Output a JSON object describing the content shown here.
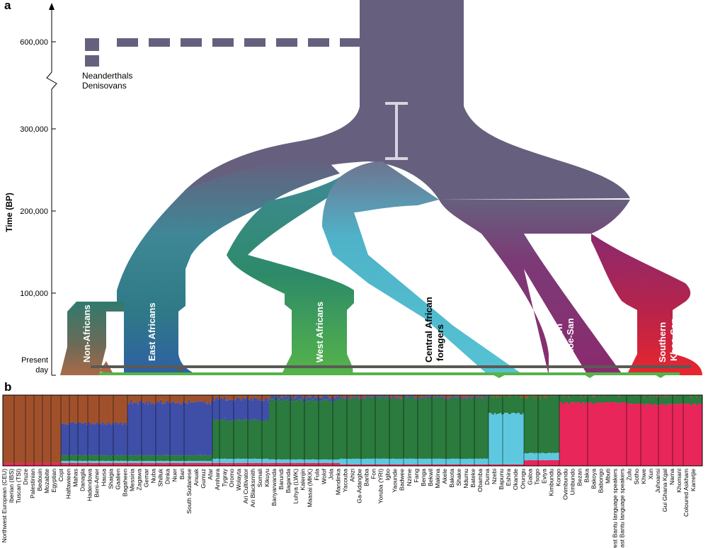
{
  "panels": {
    "a": "a",
    "b": "b"
  },
  "y_axis": {
    "title": "Time (BP)",
    "ticks": [
      {
        "label": "100,000",
        "value": 100000
      },
      {
        "label": "200,000",
        "value": 200000
      },
      {
        "label": "300,000",
        "value": 300000
      },
      {
        "label": "600,000",
        "value": 600000
      }
    ],
    "present_day": [
      "Present",
      "day"
    ]
  },
  "archaic": {
    "line1": "Neanderthals",
    "line2": "Denisovans"
  },
  "branches": {
    "non_africans": "Non-Africans",
    "east_africans": "East Africans",
    "west_africans": "West Africans",
    "central_line1": "Central African",
    "central_line2": "foragers",
    "northern_line1": "Northern",
    "northern_line2": "Khoe-San",
    "southern_line1": "Southern",
    "southern_line2": "Khoe-San"
  },
  "colors": {
    "trunk": "#66607e",
    "non_africans": "#a86a48",
    "east_africans": "#2f55a6",
    "west_africans": "#55b34a",
    "central": "#55c3d3",
    "northern": "#8a2a6e",
    "southern": "#e8262e",
    "cluster_brown": "#a0512c",
    "cluster_blue": "#3f4fa8",
    "cluster_green": "#2b7a3e",
    "cluster_cyan": "#5ec8e0",
    "cluster_pink": "#e8265a"
  },
  "populations": [
    "Northwest European (CEU)",
    "Iberian (IBS)",
    "Tuscan (TSI)",
    "Druze",
    "Palestinian",
    "Bedouin",
    "Mozabite",
    "Egyptian",
    "Copt",
    "Halfawieen",
    "Mahas",
    "Danagla",
    "Hadendowa",
    "Beni-Amer",
    "Hausa",
    "Shaigia",
    "Gaalien",
    "Bagaheen",
    "Messiria",
    "Zagawa",
    "Gemar",
    "Nuba",
    "Shilluk",
    "Dinka",
    "Nuer",
    "Bari",
    "South Sudanese",
    "Anuak",
    "Gumuz",
    "Afar",
    "Amhara",
    "Tygray",
    "Oromo",
    "Wolayta",
    "Ari Cultivator",
    "Ari Blacksmith",
    "Somali",
    "Kikuyu",
    "Banyarwanda",
    "Barundi",
    "Baganda",
    "Luhya (LWK)",
    "Kalenjin",
    "Maasai (MKK)",
    "Fula",
    "Wolof",
    "Jola",
    "Mandinka",
    "Yacouba",
    "Ahizi",
    "Ga-Adangbe",
    "Bariba",
    "Fon",
    "Yoruba (YRI)",
    "Igbo",
    "Yaounde",
    "Badwee",
    "Nzime",
    "Fang",
    "Benga",
    "Bekwil",
    "Makina",
    "Akele",
    "Bakota",
    "Shake",
    "Ndumu",
    "Bateke",
    "Obamba",
    "Duma",
    "Nzebi",
    "Bapunu",
    "Eshira",
    "Okande",
    "Orungu",
    "Galoa",
    "Tsogo",
    "Eviya",
    "Kimbundu",
    "Kongo",
    "Ovimbundu",
    "Umbundo",
    "Bezan",
    "Baka",
    "Bakoya",
    "Babongo",
    "Mbuti",
    "Southwest Bantu language speakers",
    "Southeast Bantu language speakers",
    "Zulu",
    "Sotho",
    "Khwe",
    "Xun",
    "Juhoansi",
    "Gui Ghana Kgal",
    "Nama",
    "Khomani",
    "Coloured Askham",
    "Karretjie"
  ]
}
